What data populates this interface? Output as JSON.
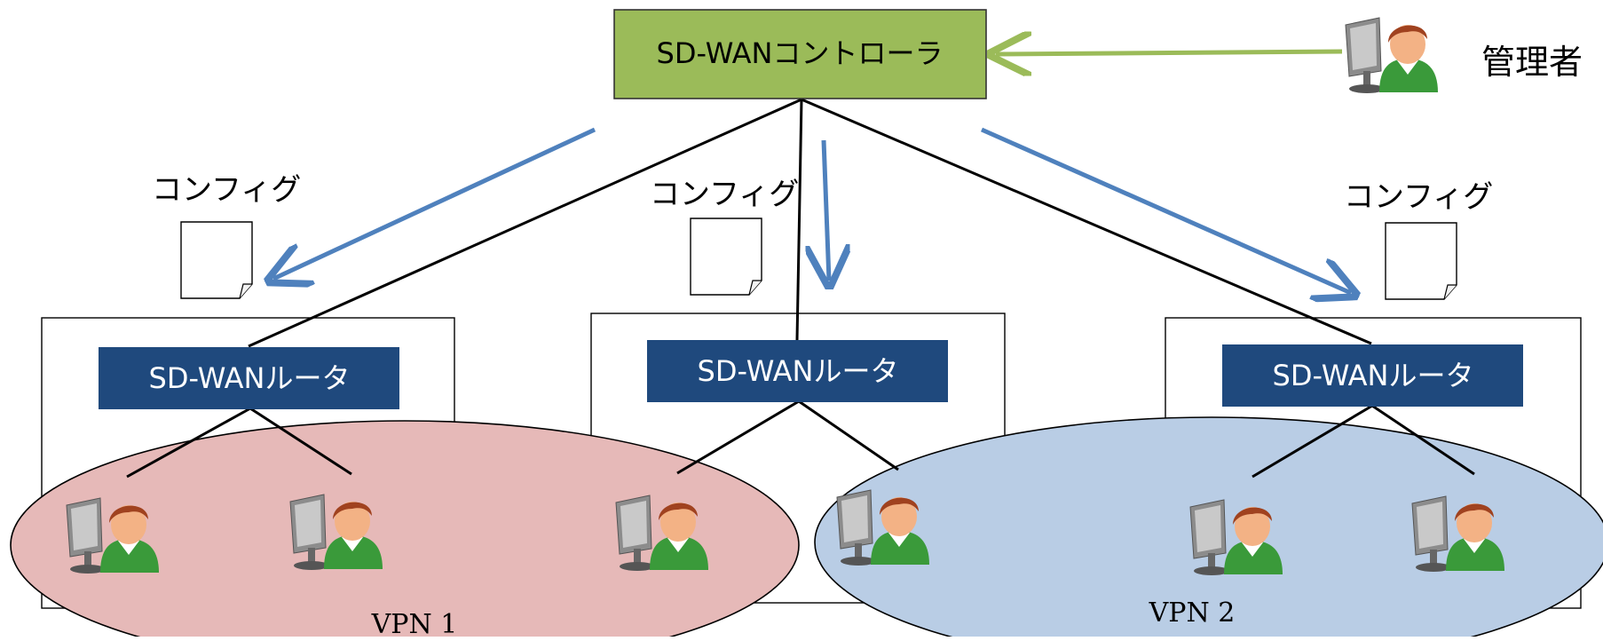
{
  "diagram": {
    "controller": {
      "label": "SD-WANコントローラ",
      "fill": "#9BBB59",
      "stroke": "#333333"
    },
    "admin": {
      "label": "管理者"
    },
    "config_label": "コンフィグ",
    "routers": [
      {
        "label": "SD-WANルータ"
      },
      {
        "label": "SD-WANルータ"
      },
      {
        "label": "SD-WANルータ"
      }
    ],
    "vpns": [
      {
        "label": "VPN 1",
        "fill": "#E6B9B8"
      },
      {
        "label": "VPN 2",
        "fill": "#B9CDE5"
      }
    ],
    "colors": {
      "router_fill": "#1F497D",
      "config_arrow": "#4F81BD",
      "admin_arrow": "#9BBB59",
      "link": "#000000"
    },
    "icons": {
      "user": "user-at-computer-icon",
      "document": "config-document-icon"
    }
  }
}
